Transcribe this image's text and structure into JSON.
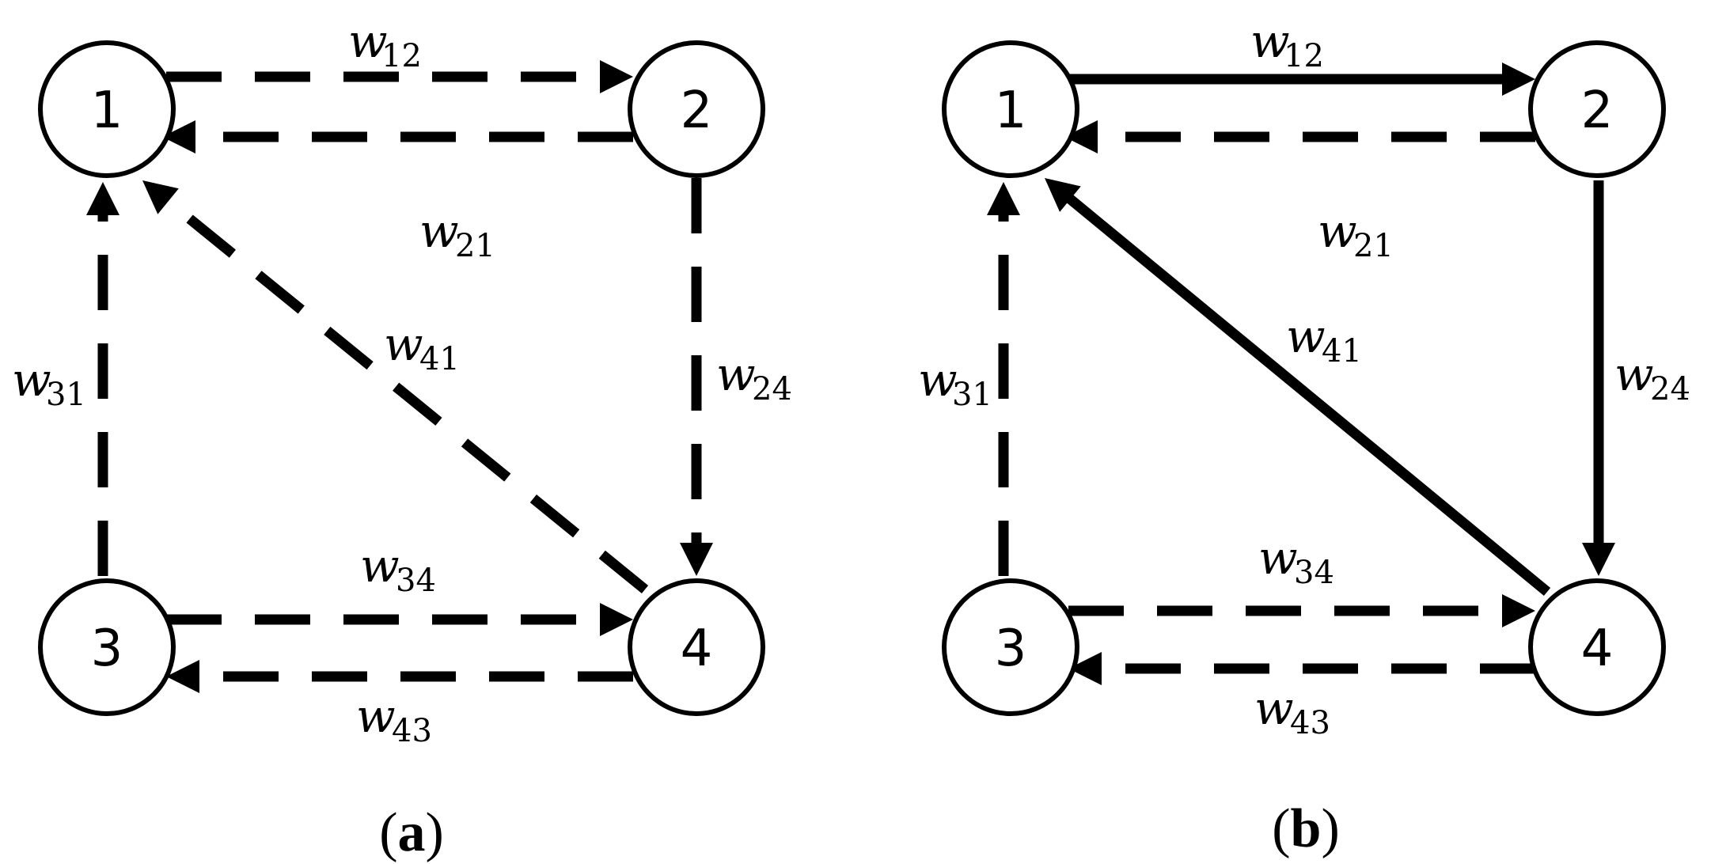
{
  "panels": [
    {
      "id": "a",
      "caption_open": "(",
      "caption_letter": "a",
      "caption_close": ")",
      "nodes": [
        {
          "id": "1",
          "label": "1"
        },
        {
          "id": "2",
          "label": "2"
        },
        {
          "id": "3",
          "label": "3"
        },
        {
          "id": "4",
          "label": "4"
        }
      ],
      "edges": [
        {
          "from": "1",
          "to": "2",
          "style": "dashed",
          "label_main": "w",
          "label_sub": "12"
        },
        {
          "from": "2",
          "to": "1",
          "style": "dashed",
          "label_main": "w",
          "label_sub": "21"
        },
        {
          "from": "3",
          "to": "1",
          "style": "dashed",
          "label_main": "w",
          "label_sub": "31"
        },
        {
          "from": "4",
          "to": "1",
          "style": "dashed",
          "label_main": "w",
          "label_sub": "41"
        },
        {
          "from": "2",
          "to": "4",
          "style": "dashed",
          "label_main": "w",
          "label_sub": "24"
        },
        {
          "from": "3",
          "to": "4",
          "style": "dashed",
          "label_main": "w",
          "label_sub": "34"
        },
        {
          "from": "4",
          "to": "3",
          "style": "dashed",
          "label_main": "w",
          "label_sub": "43"
        }
      ]
    },
    {
      "id": "b",
      "caption_open": "(",
      "caption_letter": "b",
      "caption_close": ")",
      "nodes": [
        {
          "id": "1",
          "label": "1"
        },
        {
          "id": "2",
          "label": "2"
        },
        {
          "id": "3",
          "label": "3"
        },
        {
          "id": "4",
          "label": "4"
        }
      ],
      "edges": [
        {
          "from": "1",
          "to": "2",
          "style": "solid",
          "label_main": "w",
          "label_sub": "12"
        },
        {
          "from": "2",
          "to": "1",
          "style": "dashed",
          "label_main": "w",
          "label_sub": "21"
        },
        {
          "from": "3",
          "to": "1",
          "style": "dashed",
          "label_main": "w",
          "label_sub": "31"
        },
        {
          "from": "4",
          "to": "1",
          "style": "solid",
          "label_main": "w",
          "label_sub": "41"
        },
        {
          "from": "2",
          "to": "4",
          "style": "solid",
          "label_main": "w",
          "label_sub": "24"
        },
        {
          "from": "3",
          "to": "4",
          "style": "dashed",
          "label_main": "w",
          "label_sub": "34"
        },
        {
          "from": "4",
          "to": "3",
          "style": "dashed",
          "label_main": "w",
          "label_sub": "43"
        }
      ]
    }
  ]
}
